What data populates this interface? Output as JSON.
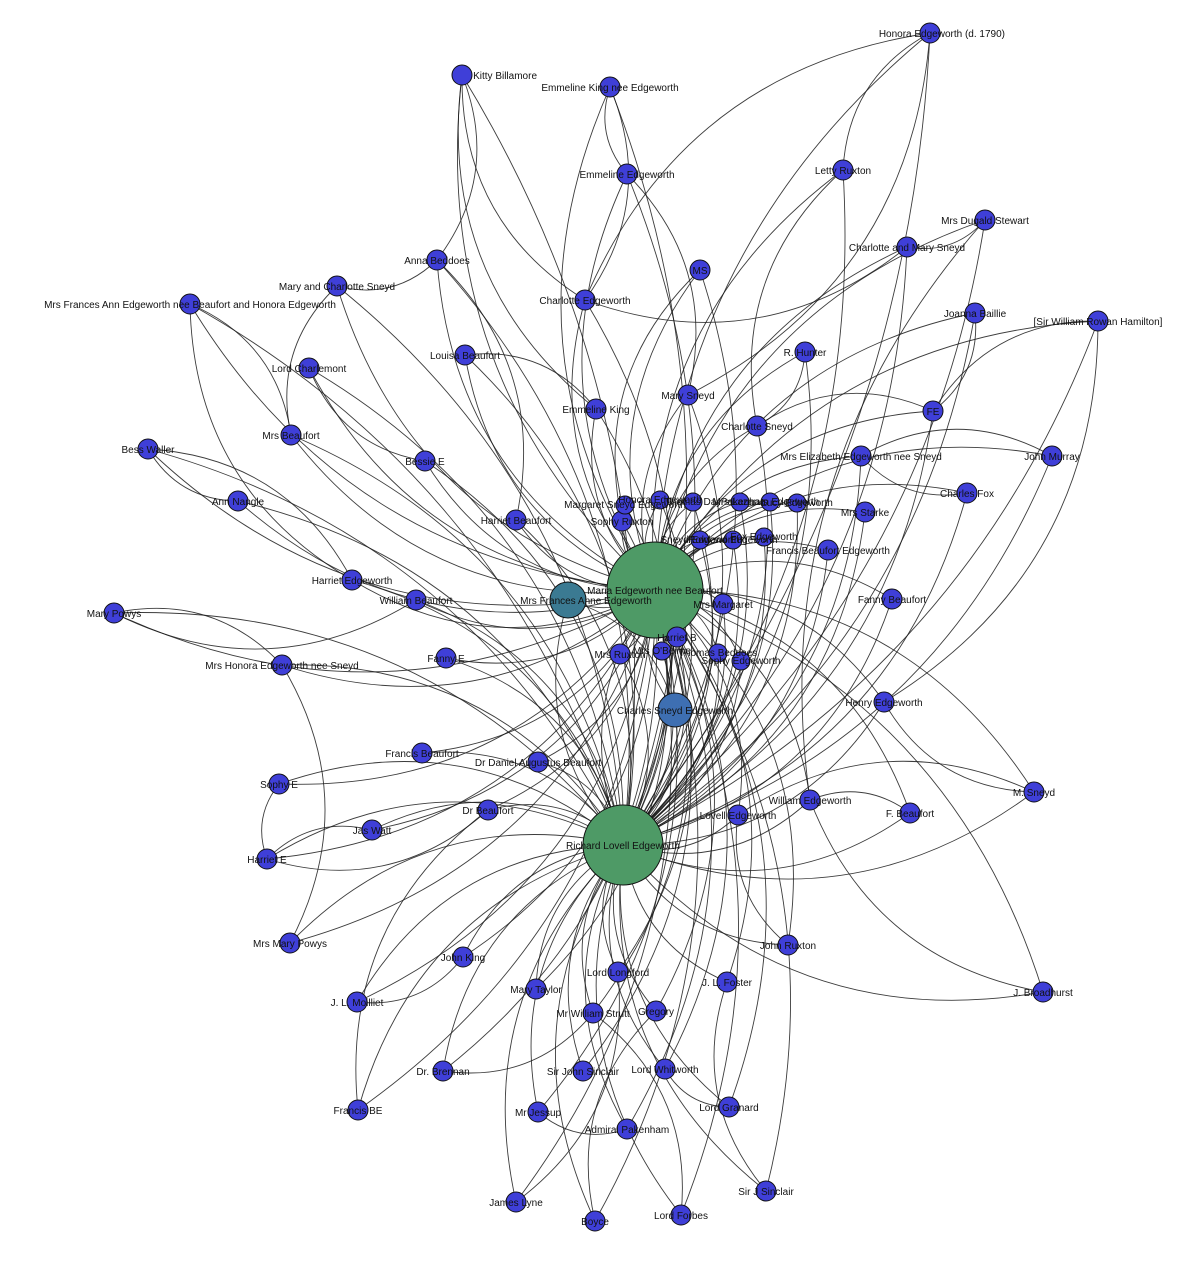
{
  "colors": {
    "node": "#3f3fd8",
    "hub_green": "#4e9a66",
    "hub_teal": "#3b7a92",
    "hub_blue": "#3e6fb2",
    "edge": "#1a1a1a"
  },
  "nodes": [
    {
      "id": "maria",
      "label": "Maria Edgeworth nee Beaufort",
      "kind": "hub-green"
    },
    {
      "id": "richard",
      "label": "Richard Lovell Edgeworth",
      "kind": "hub-green"
    },
    {
      "id": "frances",
      "label": "Mrs Frances Anne Edgeworth",
      "kind": "hub-teal"
    },
    {
      "id": "charlesse",
      "label": "Charles Sneyd Edgeworth",
      "kind": "hub-blue"
    },
    {
      "id": "honoraD",
      "label": "Honora Edgeworth (d. 1790)",
      "kind": "small"
    },
    {
      "id": "kitty",
      "label": "Kitty Billamore",
      "kind": "small"
    },
    {
      "id": "emmKing",
      "label": "Emmeline King nee Edgeworth",
      "kind": "small"
    },
    {
      "id": "emmE",
      "label": "Emmeline Edgeworth",
      "kind": "small"
    },
    {
      "id": "letty",
      "label": "Letty Ruxton",
      "kind": "small"
    },
    {
      "id": "dugald",
      "label": "Mrs Dugald Stewart",
      "kind": "small"
    },
    {
      "id": "charMary",
      "label": "Charlotte and Mary Sneyd",
      "kind": "small"
    },
    {
      "id": "annaB",
      "label": "Anna Beddoes",
      "kind": "small"
    },
    {
      "id": "maryChar",
      "label": "Mary and Charlotte Sneyd",
      "kind": "small"
    },
    {
      "id": "mrsFrAnn",
      "label": "Mrs Frances Ann Edgeworth nee Beaufort and Honora Edgeworth",
      "kind": "small"
    },
    {
      "id": "charE",
      "label": "Charlotte Edgeworth",
      "kind": "small"
    },
    {
      "id": "ms",
      "label": "MS",
      "kind": "small"
    },
    {
      "id": "joanna",
      "label": "Joanna Baillie",
      "kind": "small"
    },
    {
      "id": "hamilton",
      "label": "[Sir William Rowan Hamilton]",
      "kind": "small"
    },
    {
      "id": "louisa",
      "label": "Louisa Beaufort",
      "kind": "small"
    },
    {
      "id": "lordC",
      "label": "Lord Charlemont",
      "kind": "small"
    },
    {
      "id": "rHunter",
      "label": "R. Hunter",
      "kind": "small"
    },
    {
      "id": "marySneyd",
      "label": "Mary Sneyd",
      "kind": "small"
    },
    {
      "id": "emmKing2",
      "label": "Emmeline King",
      "kind": "small"
    },
    {
      "id": "fe",
      "label": "FE",
      "kind": "small"
    },
    {
      "id": "charSneyd",
      "label": "Charlotte Sneyd",
      "kind": "small"
    },
    {
      "id": "mrsBeaufort",
      "label": "Mrs Beaufort",
      "kind": "small"
    },
    {
      "id": "bessW",
      "label": "Bess Waller",
      "kind": "small"
    },
    {
      "id": "mrsEliz",
      "label": "Mrs Elizabeth Edgeworth nee Sneyd",
      "kind": "small"
    },
    {
      "id": "johnMurray",
      "label": "John Murray",
      "kind": "small"
    },
    {
      "id": "bessieE",
      "label": "Bessie E",
      "kind": "small"
    },
    {
      "id": "annNangle",
      "label": "Ann Nangle",
      "kind": "small"
    },
    {
      "id": "charlesFox",
      "label": "Charles Fox",
      "kind": "small"
    },
    {
      "id": "harrietB",
      "label": "Harriet Beaufort",
      "kind": "small"
    },
    {
      "id": "sophyR",
      "label": "Sophy Ruxton",
      "kind": "small"
    },
    {
      "id": "mrsStarke",
      "label": "Mrs Starke",
      "kind": "small"
    },
    {
      "id": "fbE",
      "label": "Francis Beaufort Edgeworth",
      "kind": "small"
    },
    {
      "id": "harrietE",
      "label": "Harriet Edgeworth",
      "kind": "small"
    },
    {
      "id": "williamB",
      "label": "William Beaufort",
      "kind": "small"
    },
    {
      "id": "fannyB",
      "label": "Fanny Beaufort",
      "kind": "small"
    },
    {
      "id": "maryPowys",
      "label": "Mary Powys",
      "kind": "small"
    },
    {
      "id": "mrsMargaret",
      "label": "Mrs Margaret",
      "kind": "small"
    },
    {
      "id": "mrsHonora",
      "label": "Mrs Honora Edgeworth nee Sneyd",
      "kind": "small"
    },
    {
      "id": "fannyE",
      "label": "Fanny E",
      "kind": "small"
    },
    {
      "id": "mrsRuxton",
      "label": "Mrs Ruxton",
      "kind": "small"
    },
    {
      "id": "harrietB2",
      "label": "Harriet B",
      "kind": "small"
    },
    {
      "id": "henryE",
      "label": "Henry Edgeworth",
      "kind": "small"
    },
    {
      "id": "francisB",
      "label": "Francis Beaufort",
      "kind": "small"
    },
    {
      "id": "drDaniel",
      "label": "Dr Daniel Augustus Beaufort",
      "kind": "small"
    },
    {
      "id": "sophyE",
      "label": "Sophy E",
      "kind": "small"
    },
    {
      "id": "drBeaufort",
      "label": "Dr Beaufort",
      "kind": "small"
    },
    {
      "id": "jasWatt",
      "label": "Jas Watt",
      "kind": "small"
    },
    {
      "id": "williamE",
      "label": "William Edgeworth",
      "kind": "small"
    },
    {
      "id": "lovellE",
      "label": "Lovell Edgeworth",
      "kind": "small"
    },
    {
      "id": "fBeaufort",
      "label": "F. Beaufort",
      "kind": "small"
    },
    {
      "id": "mSneyd",
      "label": "M. Sneyd",
      "kind": "small"
    },
    {
      "id": "harrietE2",
      "label": "Harriet E",
      "kind": "small"
    },
    {
      "id": "mrsMaryPowys",
      "label": "Mrs Mary Powys",
      "kind": "small"
    },
    {
      "id": "johnRuxton",
      "label": "John Ruxton",
      "kind": "small"
    },
    {
      "id": "johnKing",
      "label": "John King",
      "kind": "small"
    },
    {
      "id": "jBroadhurst",
      "label": "J. Broadhurst",
      "kind": "small"
    },
    {
      "id": "lordLongford",
      "label": "Lord Longford",
      "kind": "small"
    },
    {
      "id": "jlFoster",
      "label": "J. L. Foster",
      "kind": "small"
    },
    {
      "id": "jlMoilliet",
      "label": "J. L. Moilliet",
      "kind": "small"
    },
    {
      "id": "maryTaylor",
      "label": "Mary Taylor",
      "kind": "small"
    },
    {
      "id": "mrWilliam",
      "label": "Mr William Strutt",
      "kind": "small"
    },
    {
      "id": "gregory",
      "label": "Gregory",
      "kind": "small"
    },
    {
      "id": "drBrennan",
      "label": "Dr. Brennan",
      "kind": "small"
    },
    {
      "id": "sirJohnS",
      "label": "Sir John Sinclair",
      "kind": "small"
    },
    {
      "id": "lordWhitworth",
      "label": "Lord Whitworth",
      "kind": "small"
    },
    {
      "id": "francisBE",
      "label": "Francis BE",
      "kind": "small"
    },
    {
      "id": "mrJessup",
      "label": "Mr Jessup",
      "kind": "small"
    },
    {
      "id": "lordGranard",
      "label": "Lord Granard",
      "kind": "small"
    },
    {
      "id": "admiral",
      "label": "Admiral Pakenham",
      "kind": "small"
    },
    {
      "id": "sirJSinclair",
      "label": "Sir J Sinclair",
      "kind": "small"
    },
    {
      "id": "jamesLyne",
      "label": "James Lyne",
      "kind": "small"
    },
    {
      "id": "lordForbes",
      "label": "Lord Forbes",
      "kind": "small"
    },
    {
      "id": "boyce",
      "label": "Boyce",
      "kind": "small"
    },
    {
      "id": "cluster1",
      "label": "Margaret Sneyd Edgeworth",
      "kind": "small"
    },
    {
      "id": "cluster2",
      "label": "Honora Edgeworth",
      "kind": "small"
    },
    {
      "id": "cluster3",
      "label": "Thomas Day",
      "kind": "small"
    },
    {
      "id": "cluster4",
      "label": "Mrs Lazarus",
      "kind": "small"
    },
    {
      "id": "cluster5",
      "label": "Pakenham Edgeworth",
      "kind": "small"
    },
    {
      "id": "cluster6",
      "label": "Lucy Edgeworth",
      "kind": "small"
    },
    {
      "id": "cluster7",
      "label": "Sneyd Edgeworth",
      "kind": "small"
    },
    {
      "id": "cluster8",
      "label": "Rowland Edgeworth",
      "kind": "small"
    },
    {
      "id": "cluster9",
      "label": "Fox Edgeworth",
      "kind": "small"
    },
    {
      "id": "cluster10",
      "label": "Sophy Edgeworth",
      "kind": "small"
    },
    {
      "id": "cluster11",
      "label": "Mrs O'Beirne",
      "kind": "small"
    },
    {
      "id": "cluster12",
      "label": "Thomas Beddoes",
      "kind": "small"
    }
  ]
}
